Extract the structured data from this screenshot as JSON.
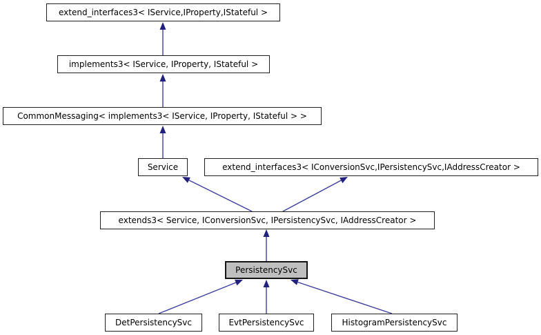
{
  "diagram": {
    "type": "class-inheritance-graph",
    "colors": {
      "background": "#ffffff",
      "node_fill": "#ffffff",
      "node_border": "#1f1f1f",
      "highlight_fill": "#bfbfbf",
      "text": "#000000",
      "edge_line": "#3d3d9e",
      "edge_head": "#22227e"
    },
    "nodes": [
      {
        "id": "extend_interfaces3_ifaces",
        "label": "extend_interfaces3< IService,IProperty,IStateful >",
        "highlighted": false
      },
      {
        "id": "implements3",
        "label": "implements3< IService, IProperty, IStateful >",
        "highlighted": false
      },
      {
        "id": "common_messaging",
        "label": "CommonMessaging< implements3< IService, IProperty, IStateful > >",
        "highlighted": false
      },
      {
        "id": "service",
        "label": "Service",
        "highlighted": false
      },
      {
        "id": "extend_interfaces3_svcs",
        "label": "extend_interfaces3< IConversionSvc,IPersistencySvc,IAddressCreator >",
        "highlighted": false
      },
      {
        "id": "extends3",
        "label": "extends3< Service, IConversionSvc, IPersistencySvc, IAddressCreator >",
        "highlighted": false
      },
      {
        "id": "persistency_svc",
        "label": "PersistencySvc",
        "highlighted": true
      },
      {
        "id": "det_persistency_svc",
        "label": "DetPersistencySvc",
        "highlighted": false
      },
      {
        "id": "evt_persistency_svc",
        "label": "EvtPersistencySvc",
        "highlighted": false
      },
      {
        "id": "histogram_persistency_svc",
        "label": "HistogramPersistencySvc",
        "highlighted": false
      }
    ],
    "edges": [
      {
        "child": "implements3",
        "parent": "extend_interfaces3_ifaces"
      },
      {
        "child": "common_messaging",
        "parent": "implements3"
      },
      {
        "child": "service",
        "parent": "common_messaging"
      },
      {
        "child": "extends3",
        "parent": "service"
      },
      {
        "child": "extends3",
        "parent": "extend_interfaces3_svcs"
      },
      {
        "child": "persistency_svc",
        "parent": "extends3"
      },
      {
        "child": "det_persistency_svc",
        "parent": "persistency_svc"
      },
      {
        "child": "evt_persistency_svc",
        "parent": "persistency_svc"
      },
      {
        "child": "histogram_persistency_svc",
        "parent": "persistency_svc"
      }
    ]
  }
}
